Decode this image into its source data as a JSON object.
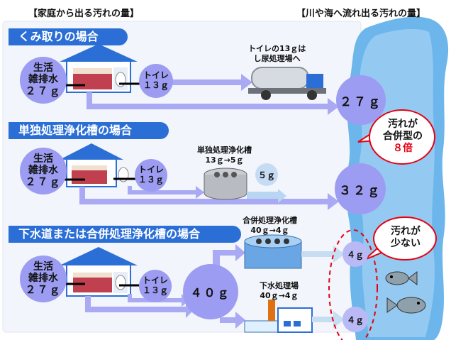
{
  "headers": {
    "left": "【家庭から出る汚れの量】",
    "right": "【川や海へ流れ出る汚れの量】"
  },
  "sections": [
    {
      "title": "くみ取りの場合",
      "household": {
        "line1": "生活",
        "line2": "雑排水",
        "amount": "２７ｇ"
      },
      "toilet": {
        "label": "トイレ",
        "amount": "１３ｇ"
      },
      "note": {
        "line1": "トイレの13ｇは",
        "line2": "し尿処理場へ"
      },
      "result": "２７ｇ"
    },
    {
      "title": "単独処理浄化槽の場合",
      "household": {
        "line1": "生活",
        "line2": "雑排水",
        "amount": "２７ｇ"
      },
      "toilet": {
        "label": "トイレ",
        "amount": "１３ｇ"
      },
      "tank": {
        "label": "単独処理浄化槽",
        "reduction": "13ｇ→5ｇ",
        "output": "５ｇ"
      },
      "result": "３２ｇ"
    },
    {
      "title": "下水道または合併処理浄化槽の場合",
      "household": {
        "line1": "生活",
        "line2": "雑排水",
        "amount": "２７ｇ"
      },
      "toilet": {
        "label": "トイレ",
        "amount": "１３ｇ"
      },
      "combined": "４０ｇ",
      "tank": {
        "label": "合併処理浄化槽",
        "reduction": "40ｇ→4ｇ"
      },
      "sewage": {
        "label": "下水処理場",
        "reduction": "40ｇ→4ｇ"
      },
      "outputs": [
        "４ｇ",
        "４ｇ"
      ]
    }
  ],
  "bubbles": {
    "b1": {
      "line1": "汚れが",
      "line2": "合併型の",
      "line3": "８倍"
    },
    "b2": {
      "line1": "汚れが",
      "line2": "少ない"
    }
  },
  "colors": {
    "section_bg": "#2b6fd6",
    "circle": "#9c9cf2",
    "arrow": "#a9a9f4",
    "highlight": "#e60012",
    "river": "#5aa9e6"
  }
}
